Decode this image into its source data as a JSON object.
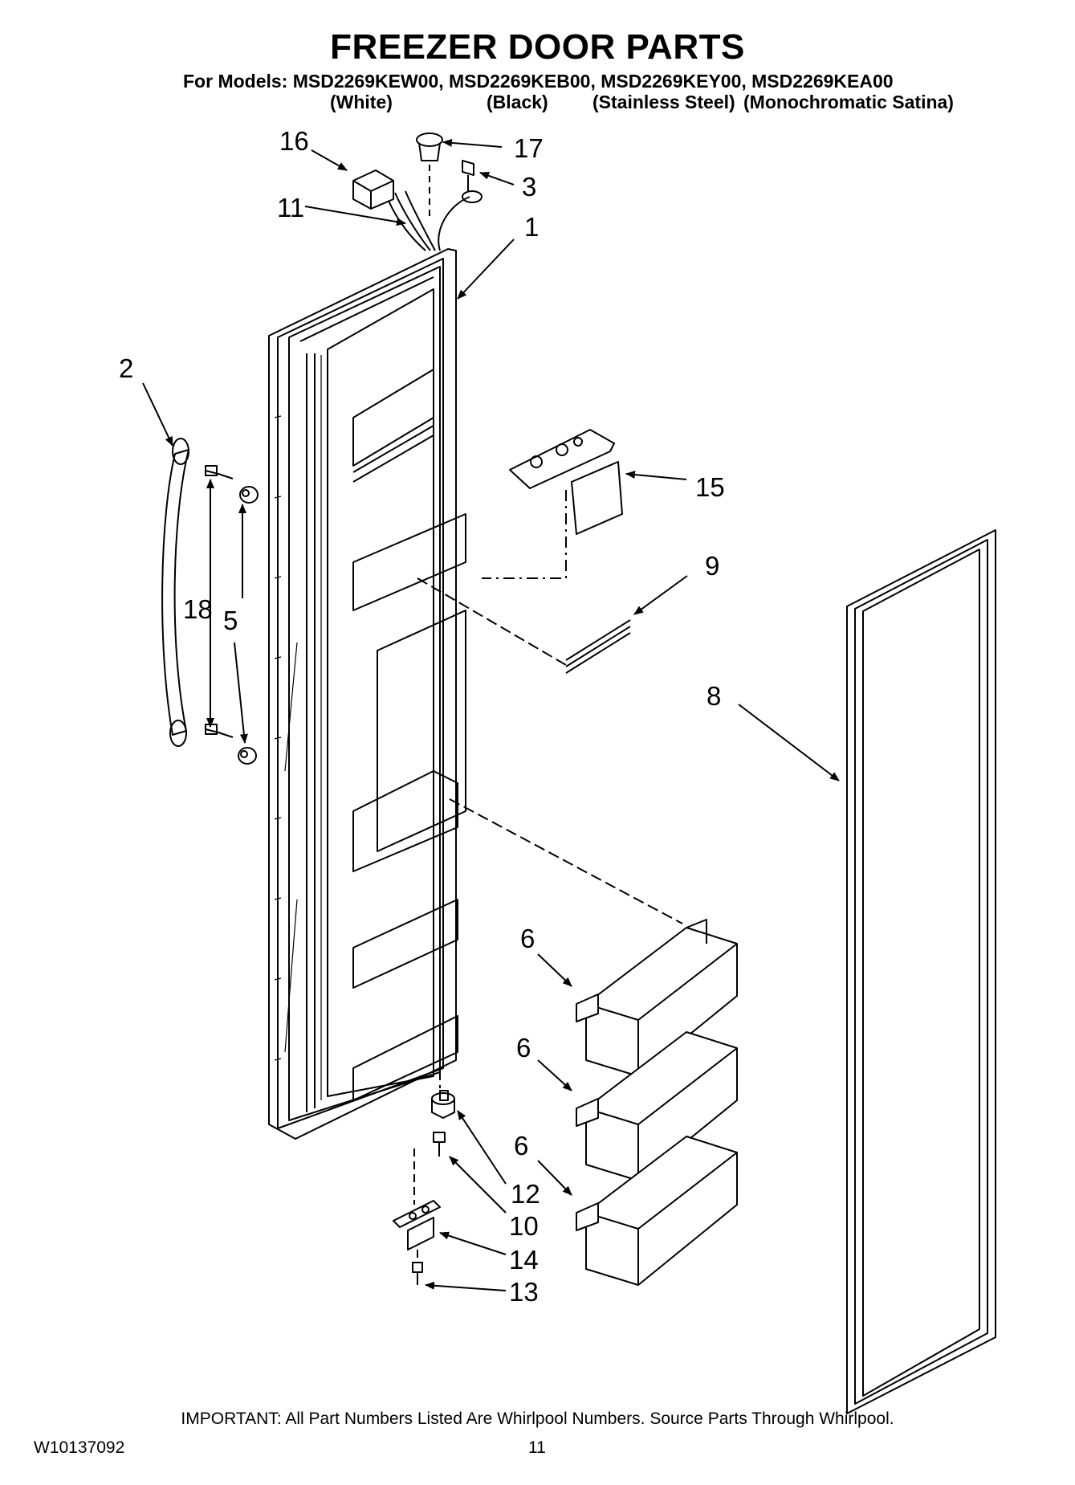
{
  "header": {
    "title": "FREEZER DOOR PARTS",
    "models_line": "For Models: MSD2269KEW00, MSD2269KEB00, MSD2269KEY00, MSD2269KEA00",
    "colors": [
      "(White)",
      "(Black)",
      "(Stainless Steel)",
      "(Monochromatic Satina)"
    ]
  },
  "callouts": {
    "c1": "1",
    "c2": "2",
    "c3": "3",
    "c5": "5",
    "c6a": "6",
    "c6b": "6",
    "c6c": "6",
    "c8": "8",
    "c9": "9",
    "c10": "10",
    "c11": "11",
    "c12": "12",
    "c13": "13",
    "c14": "14",
    "c15": "15",
    "c16": "16",
    "c17": "17",
    "c18": "18"
  },
  "footer": {
    "important": "IMPORTANT: All Part Numbers Listed Are Whirlpool Numbers. Source Parts Through Whirlpool.",
    "doc_number": "W10137092",
    "page_number": "11"
  }
}
